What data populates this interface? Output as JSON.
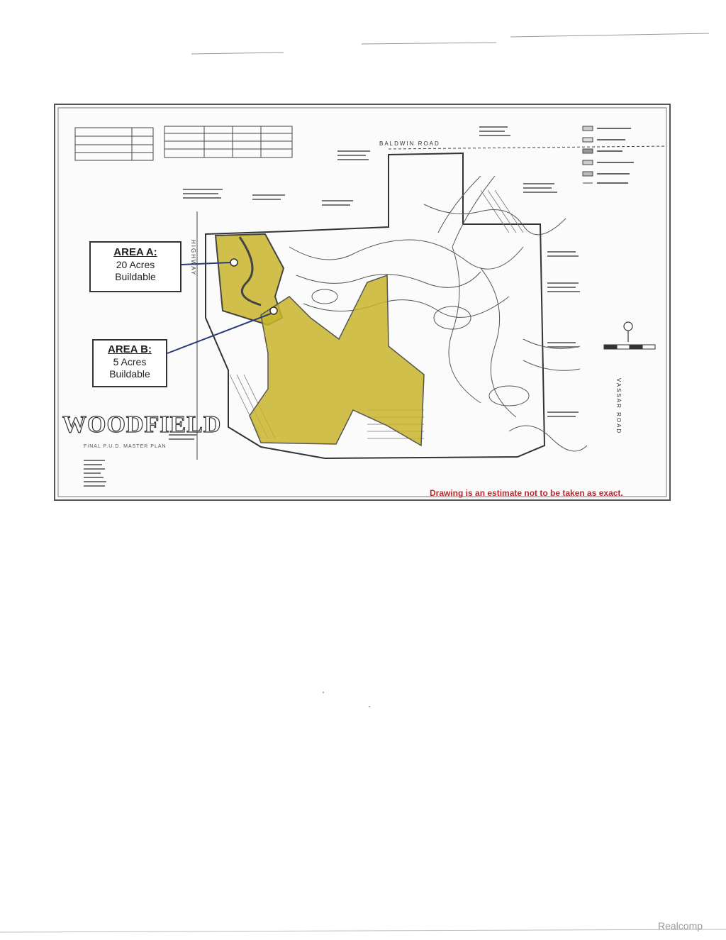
{
  "map": {
    "areas": [
      {
        "title": "AREA A:",
        "size": "20 Acres",
        "status": "Buildable"
      },
      {
        "title": "AREA B:",
        "size": "5 Acres",
        "status": "Buildable"
      }
    ],
    "logo": "WOODFIELD",
    "logo_subtitle": "FINAL P.U.D. MASTER PLAN",
    "road_north": "BALDWIN ROAD",
    "road_west": "HIGHWAY",
    "road_east": "VASSAR ROAD",
    "disclaimer": "Drawing is an estimate not to be taken as exact.",
    "highlight_color": "#c8b42a",
    "disclaimer_color": "#c0262d"
  },
  "watermark": "Realcomp"
}
